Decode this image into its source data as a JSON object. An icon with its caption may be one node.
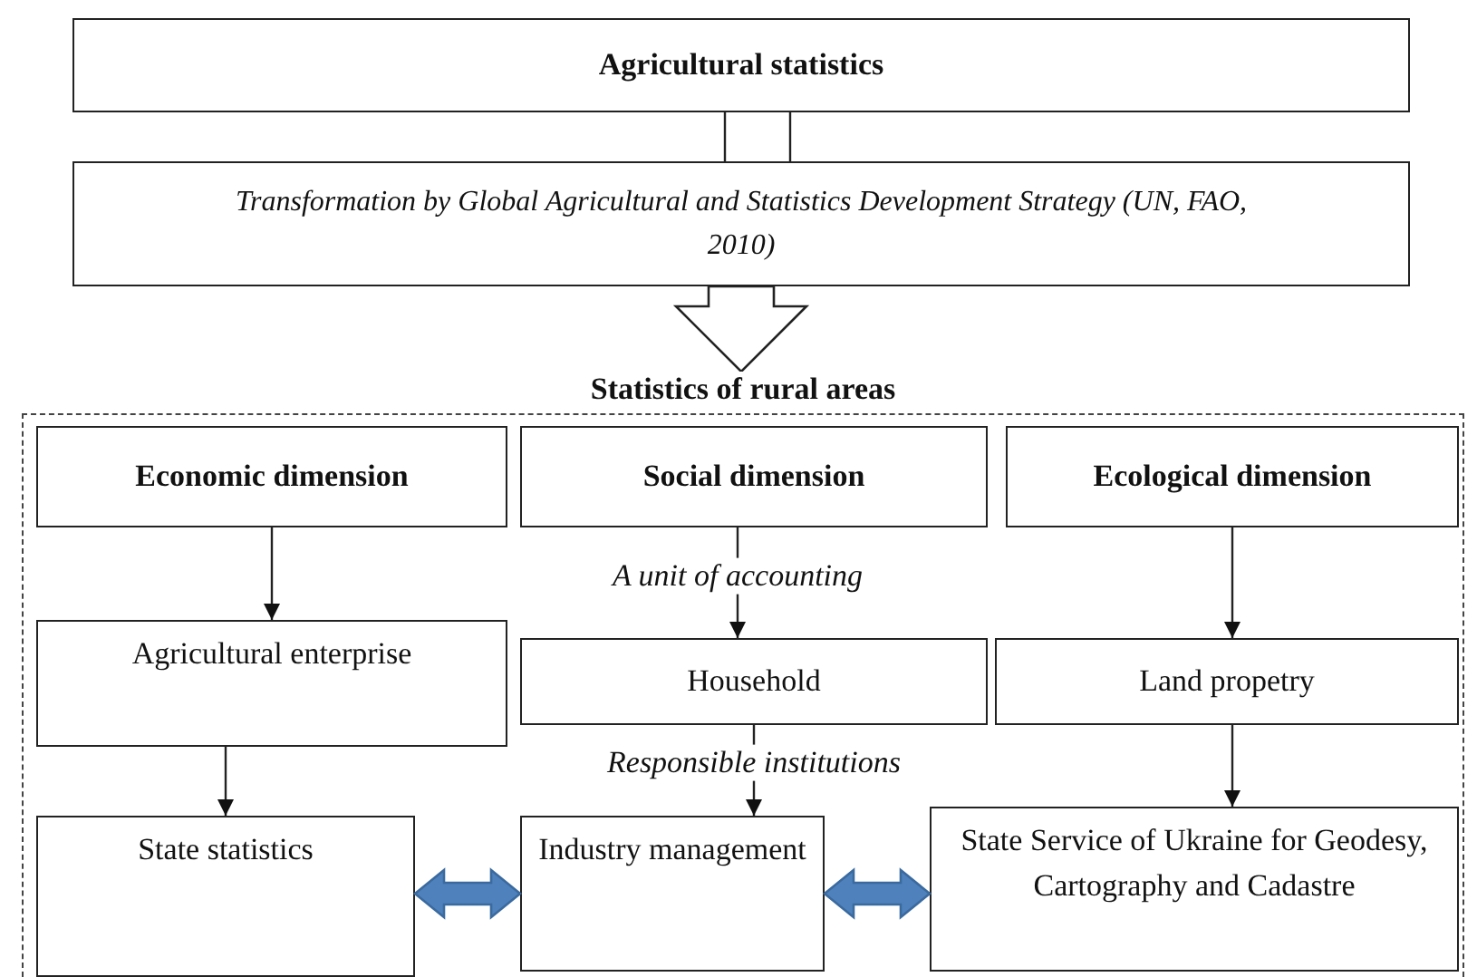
{
  "diagram": {
    "nodes": [
      {
        "text": [
          "Agricultural statistics"
        ]
      },
      {
        "text": [
          "Transformation by Global Agricultural and Statistics Development Strategy (UN, FAO, 2010)"
        ]
      },
      {
        "text": [
          "Statistics of rural areas"
        ]
      },
      {
        "text": [
          "Economic dimension"
        ],
        "in": 2
      },
      {
        "text": [
          "Social dimension"
        ],
        "in": 2
      },
      {
        "text": [
          "Ecological dimension"
        ],
        "in": 2
      },
      {
        "text": [
          "Agricultural enterprise"
        ],
        "in": 2
      },
      {
        "text": [
          "Household"
        ],
        "in": 2
      },
      {
        "text": [
          "Land propetry"
        ],
        "in": 2
      },
      {
        "text": [
          "State statistics"
        ],
        "in": 2
      },
      {
        "text": [
          "Industry management"
        ],
        "in": 2
      },
      {
        "text": [
          "State Service of Ukraine for Geodesy, Cartography and Cadastre"
        ],
        "in": 2
      }
    ],
    "edges": [
      {
        "from": 0,
        "to": 1,
        "arrow": "none"
      },
      {
        "from": 1,
        "to": 2,
        "arrow": "to",
        "style": "thick"
      },
      {
        "from": 3,
        "to": 6,
        "arrow": "to"
      },
      {
        "from": 4,
        "to": 7,
        "arrow": "to",
        "label": "A unit of accounting"
      },
      {
        "from": 5,
        "to": 8,
        "arrow": "to"
      },
      {
        "from": 6,
        "to": 9,
        "arrow": "to"
      },
      {
        "from": 7,
        "to": 10,
        "arrow": "to",
        "label": "Responsible institutions"
      },
      {
        "from": 8,
        "to": 11,
        "arrow": "to"
      },
      {
        "from": 9,
        "to": 10,
        "arrow": "both",
        "style": "thick",
        "color": "#4f81bd"
      },
      {
        "from": 10,
        "to": 11,
        "arrow": "both",
        "style": "thick",
        "color": "#4f81bd"
      }
    ]
  }
}
